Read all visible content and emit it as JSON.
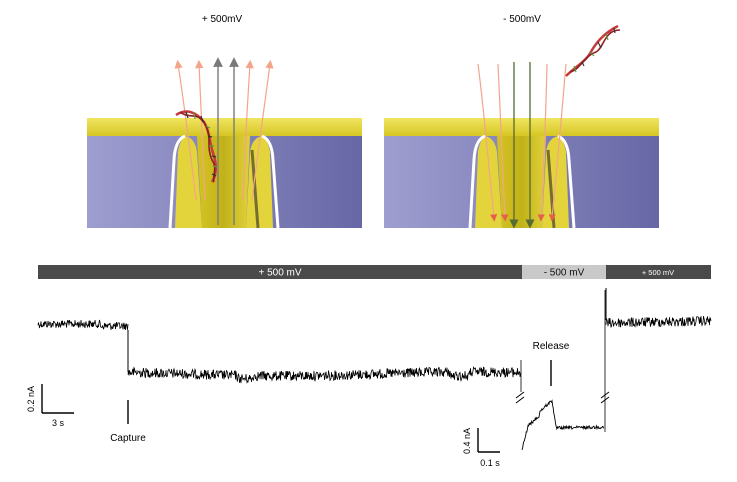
{
  "panels": {
    "left_label": "+ 500mV",
    "right_label": "- 500mV"
  },
  "voltage_bar": {
    "segments": [
      {
        "label": "+ 500 mV",
        "color": "#4a4a4a",
        "text_color": "#ffffff"
      },
      {
        "label": "- 500 mV",
        "color": "#c9c9c9",
        "text_color": "#111111"
      },
      {
        "label": "+ 500 mV",
        "color": "#4a4a4a",
        "text_color": "#ffffff"
      }
    ]
  },
  "annotations": {
    "capture": "Capture",
    "release": "Release"
  },
  "scale_bars": {
    "main": {
      "current": "0.2 nA",
      "time": "3 s"
    },
    "inset": {
      "current": "0.4 nA",
      "time": "0.1 s"
    }
  },
  "colors": {
    "membrane_blue": "#7f7fb6",
    "coating_yellow": "#e5d83a",
    "dna_red": "#c9383c",
    "ion_orange": "#f2a58a",
    "ion_gray": "#7a7a7a",
    "trace": "#000000"
  }
}
